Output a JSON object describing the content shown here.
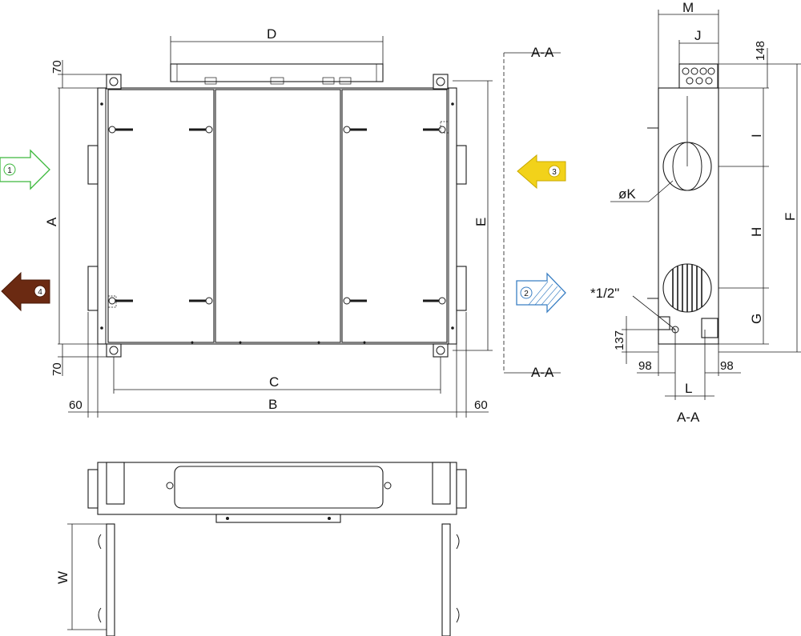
{
  "labels": {
    "D": "D",
    "A": "A",
    "E": "E",
    "C": "C",
    "B": "B",
    "W": "W",
    "M": "M",
    "J": "J",
    "I": "I",
    "H": "H",
    "G": "G",
    "F": "F",
    "K": "øK",
    "L": "L",
    "pipe": "*1/2\"",
    "section_top": "A-A",
    "section_bottom": "A-A",
    "section_side": "A-A"
  },
  "dimensions": {
    "d70_top": "70",
    "d70_bottom": "70",
    "d60_left": "60",
    "d60_right": "60",
    "d148": "148",
    "d137": "137",
    "d98_left": "98",
    "d98_right": "98"
  },
  "arrows": [
    {
      "number": "1",
      "color": "#3cb83c",
      "direction": "right"
    },
    {
      "number": "2",
      "color": "#3a7fc4",
      "direction": "right"
    },
    {
      "number": "3",
      "color": "#f2d21a",
      "direction": "left"
    },
    {
      "number": "4",
      "color": "#6b2a12",
      "direction": "left"
    }
  ]
}
